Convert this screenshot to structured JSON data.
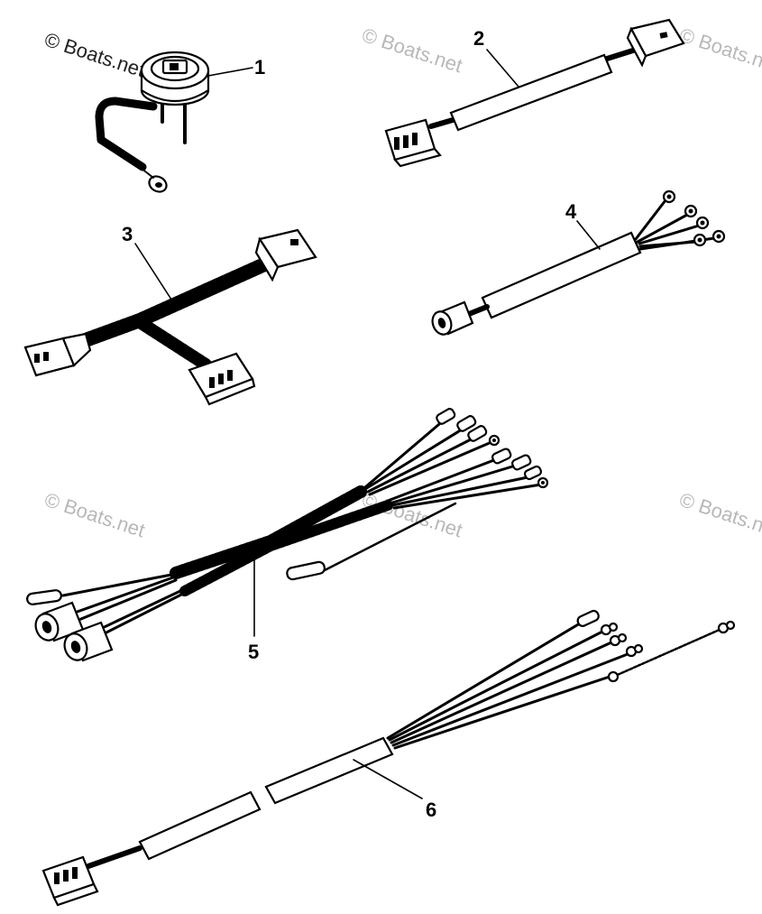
{
  "watermark": {
    "text": "© Boats.net"
  },
  "callouts": [
    "1",
    "2",
    "3",
    "4",
    "5",
    "6"
  ],
  "colors": {
    "line": "#000000",
    "background": "#ffffff",
    "watermark": "#b8b8b8"
  }
}
